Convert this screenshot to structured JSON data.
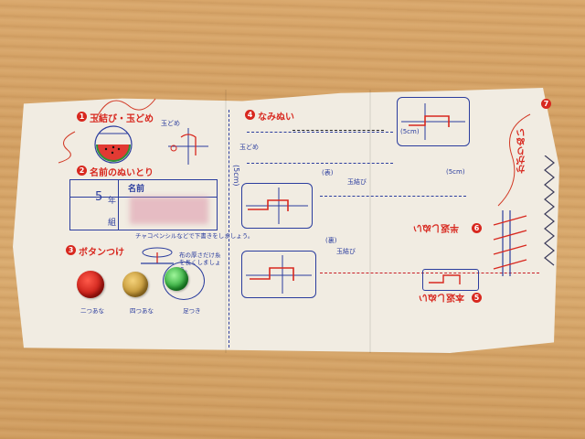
{
  "sections": {
    "s1": {
      "num": "1",
      "title": "玉結び・玉どめ"
    },
    "s2": {
      "num": "2",
      "title": "名前のぬいとり"
    },
    "s3": {
      "num": "3",
      "title": "ボタンつけ"
    },
    "s4": {
      "num": "4",
      "title": "なみぬい"
    },
    "s5": {
      "num": "5",
      "title": "本返しぬい"
    },
    "s6": {
      "num": "6",
      "title": "半返しぬい"
    },
    "s7": {
      "num": "7",
      "title": "かがりぬい"
    }
  },
  "name_table": {
    "grade_label": "年",
    "grade_value": "5",
    "class_label": "組",
    "name_label": "名前",
    "note": "チャコペンシルなどで下書きをしましょう。"
  },
  "buttons": {
    "b1_label": "二つあな",
    "b2_label": "四つあな",
    "b3_label": "足つき",
    "note": "布の厚さだけ糸を長くしましょう。"
  },
  "marks": {
    "tamadome": "玉どめ",
    "tamamusubi": "玉結び",
    "cm": "(5cm)",
    "omote": "(表)",
    "ura": "(裏)",
    "ni": "2",
    "san": "3",
    "ichi": "1"
  },
  "colors": {
    "print_blue": "#2b3d9e",
    "print_red": "#d8281f",
    "cloth": "#f1ece2",
    "wood": "#d8a66a"
  }
}
